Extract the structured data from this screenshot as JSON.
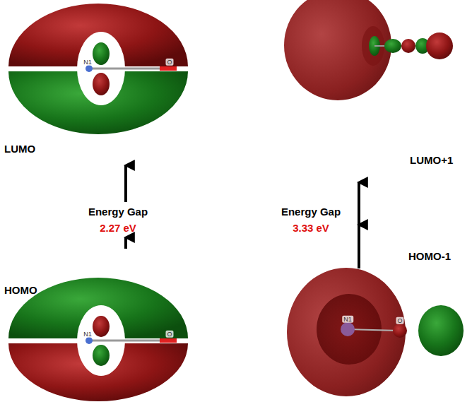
{
  "diagram": {
    "labels": [
      "N1",
      "O",
      "LUMO",
      "LUMO+1",
      "Energy Gap",
      "2.27 eV",
      "Energy Gap",
      "3.33 eV",
      "HOMO-1",
      "HOMO",
      "N1",
      "O",
      "N1",
      "O"
    ]
  }
}
